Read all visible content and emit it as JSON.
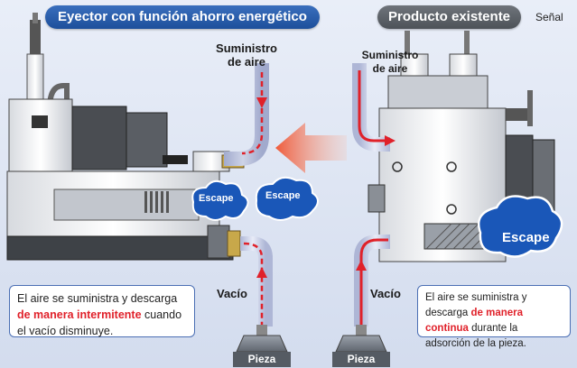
{
  "titles": {
    "left": "Eyector con función ahorro energético",
    "right": "Producto existente",
    "signal_cut": "Señal"
  },
  "labels": {
    "supply_left_line1": "Suministro",
    "supply_left_line2": "de aire",
    "supply_right_line1": "Suministro",
    "supply_right_line2": "de aire",
    "vacuum_left": "Vacío",
    "vacuum_right": "Vacío",
    "escape_1": "Escape",
    "escape_2": "Escape",
    "escape_3": "Escape",
    "pieza_left": "Pieza",
    "pieza_right": "Pieza"
  },
  "notes": {
    "left": {
      "pre": "El aire se suministra y descarga ",
      "highlight": "de manera intermitente",
      "post": " cuando el vacío disminuye."
    },
    "right": {
      "pre": "El aire se suministra y descarga ",
      "highlight": "de manera continua",
      "post": " durante la adsorción de la pieza."
    }
  },
  "colors": {
    "accent_blue": "#1d4f9b",
    "title_gray": "#55595f",
    "flow_red": "#e0212a",
    "arrow_orange": "#f06a4a",
    "cloud_blue": "#1a57b8"
  }
}
